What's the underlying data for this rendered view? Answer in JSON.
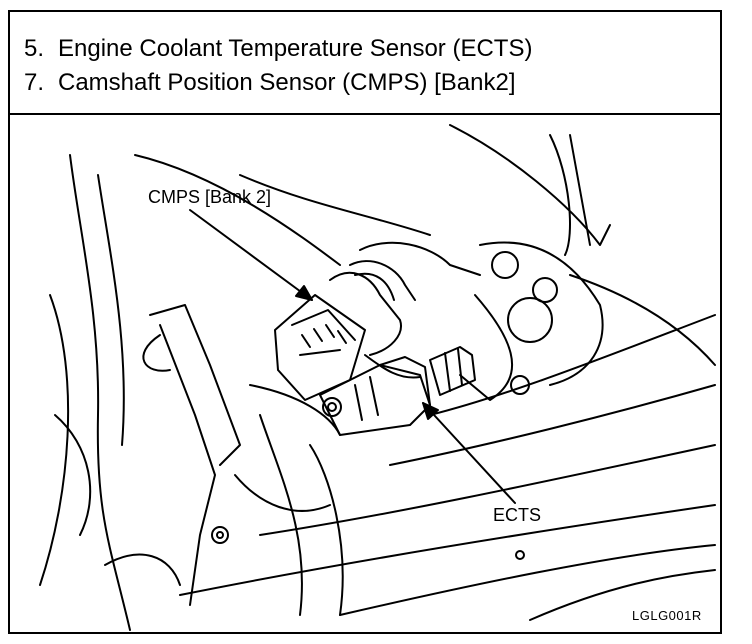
{
  "header": {
    "items": [
      {
        "number": "5.",
        "text": "Engine Coolant Temperature Sensor (ECTS)"
      },
      {
        "number": "7.",
        "text": "Camshaft Position Sensor (CMPS) [Bank2]"
      }
    ]
  },
  "figure": {
    "callouts": {
      "cmps": "CMPS [Bank 2]",
      "ects": "ECTS"
    },
    "figure_code": "LGLG001R"
  },
  "colors": {
    "ink": "#000000",
    "paper": "#ffffff"
  }
}
